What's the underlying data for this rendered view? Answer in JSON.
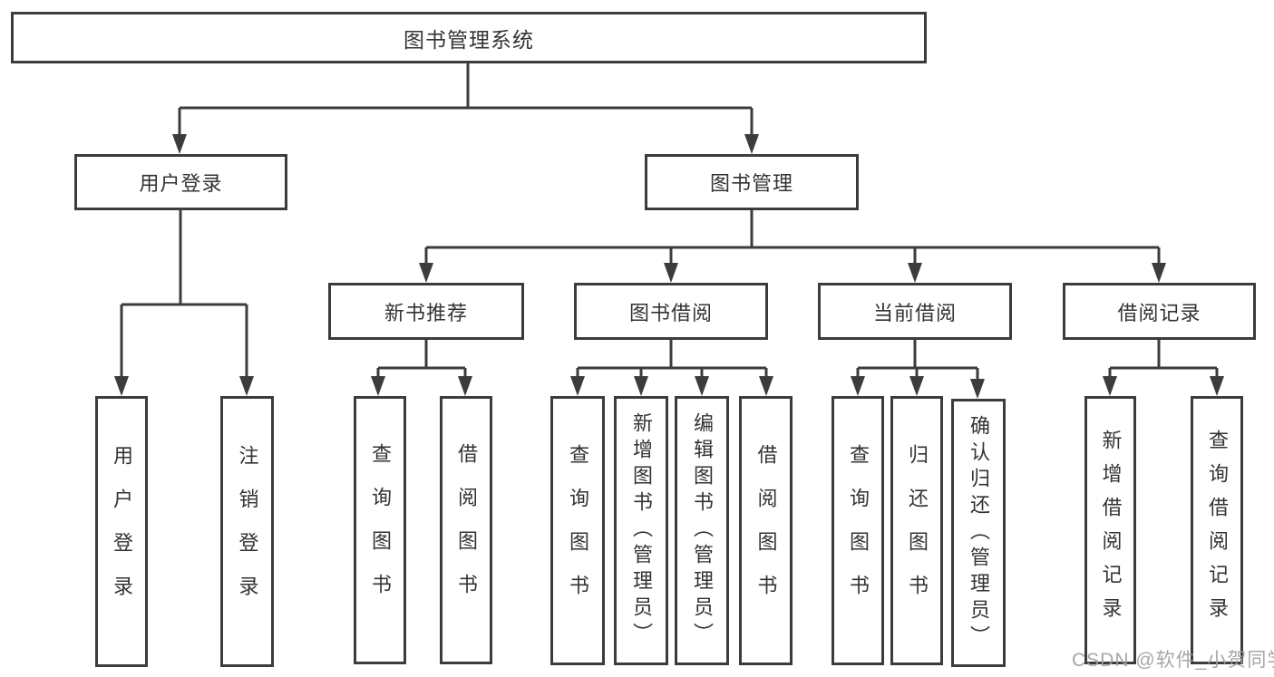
{
  "tree": {
    "root": "图书管理系统",
    "children": [
      {
        "label": "用户登录",
        "children": [
          "用户登录",
          "注销登录"
        ]
      },
      {
        "label": "图书管理",
        "children": [
          {
            "label": "新书推荐",
            "children": [
              "查询图书",
              "借阅图书"
            ]
          },
          {
            "label": "图书借阅",
            "children": [
              "查询图书",
              "新增图书（管理员）",
              "编辑图书（管理员）",
              "借阅图书"
            ]
          },
          {
            "label": "当前借阅",
            "children": [
              "查询图书",
              "归还图书",
              "确认归还（管理员）"
            ]
          },
          {
            "label": "借阅记录",
            "children": [
              "新增借阅记录",
              "查询借阅记录"
            ]
          }
        ]
      }
    ]
  },
  "colors": {
    "line": "#3c3c3c",
    "text": "#333333",
    "watermark": "#a0a0a0",
    "background": "#ffffff"
  },
  "watermark": {
    "text": "CSDN @软件_小贺同学"
  }
}
